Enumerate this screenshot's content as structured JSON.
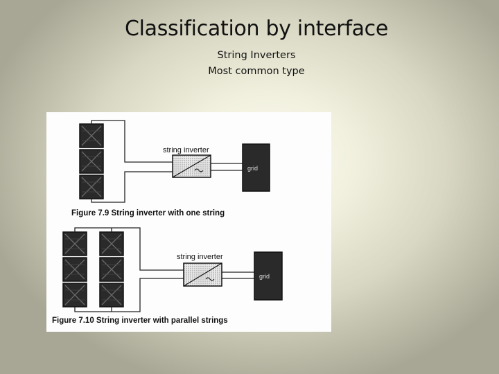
{
  "slide": {
    "title": "Classification by interface",
    "subtitle_line1": "String Inverters",
    "subtitle_line2": "Most common type"
  },
  "figure_top": {
    "inverter_label": "string inverter",
    "grid_label": "grid",
    "caption": "Figure 7.9 String inverter with one string"
  },
  "figure_bottom": {
    "inverter_label": "string inverter",
    "grid_label": "grid",
    "caption": "Figure 7.10 String inverter with parallel strings"
  }
}
